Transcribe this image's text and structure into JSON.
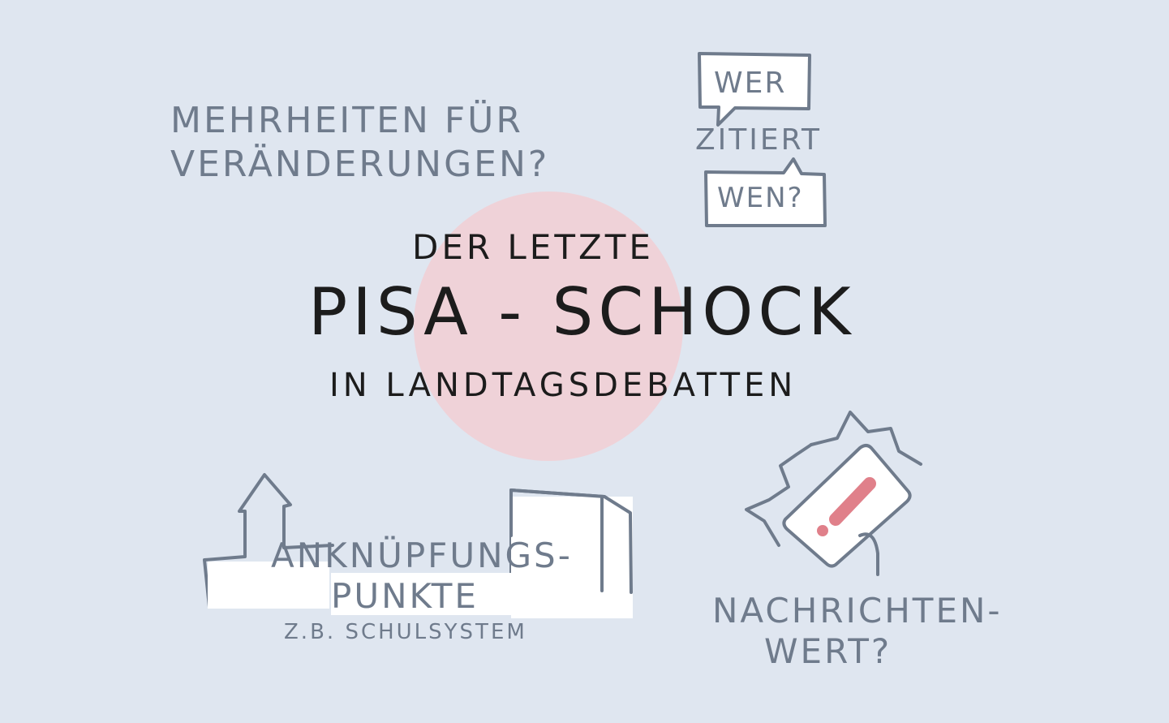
{
  "question_majorities": {
    "line1": "Mehrheiten für",
    "line2": "Veränderungen?"
  },
  "citation": {
    "bubble_top": "Wer",
    "middle": "zitiert",
    "bubble_bottom": "wen?"
  },
  "title": {
    "line1": "Der letzte",
    "line2": "PISA - SCHOCK",
    "line3": "in Landtagsdebatten"
  },
  "connection_points": {
    "line1": "Anknüpfungs-",
    "line2": "punkte",
    "example": "z.B. Schulsystem"
  },
  "news_value": {
    "line1": "Nachrichten-",
    "line2": "wert?"
  },
  "colors": {
    "background": "#dfe6f0",
    "circle": "#efd2d8",
    "ink_grey": "#6f7b8c",
    "ink_dark": "#1c1c1c",
    "alert_red": "#e0808a"
  }
}
